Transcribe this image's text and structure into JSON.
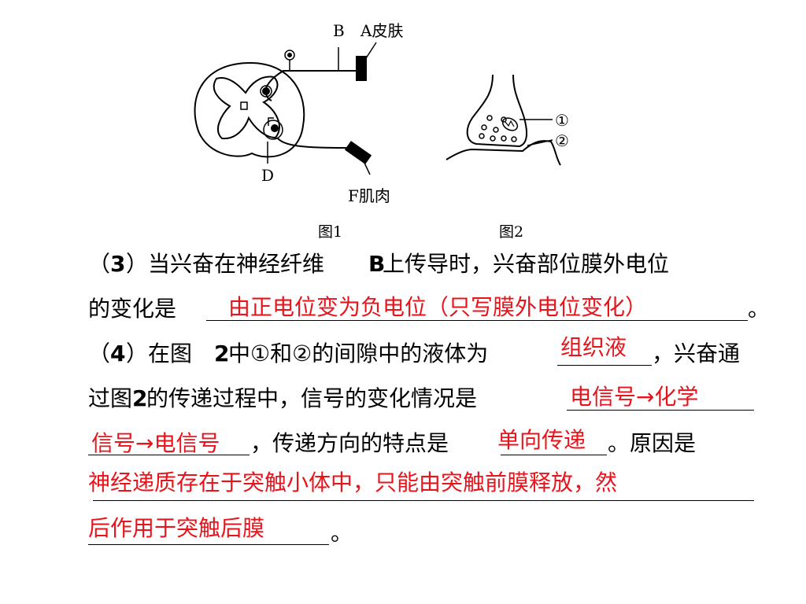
{
  "figure": {
    "label_b": "B",
    "label_a": "A皮肤",
    "label_d": "D",
    "label_f": "F肌肉",
    "caption1": "图1",
    "caption2": "图2",
    "label_c1": "①",
    "label_c2": "②"
  },
  "q3": {
    "prefix_open": "（",
    "num": "3",
    "prefix_close": "）当兴奋在神经纤维",
    "b": "B",
    "rest": "上传导时，兴奋部位膜外电位",
    "line2_prefix": "的变化是",
    "answer": "由正电位变为负电位（只写膜外电位变化）",
    "end": "。"
  },
  "q4": {
    "open": "（",
    "num": "4",
    "t1": "）在图",
    "n2": "2",
    "t2": "中①和②的间隙中的液体为",
    "answer1": "组织液",
    "t3": "，兴奋通",
    "l2_t1": "过图",
    "l2_n2": "2",
    "l2_t2": "的传递过程中，信号的变化情况是",
    "answer2_part1": "电信号→化学",
    "answer2_part2": "信号→电信号",
    "l3_t1": "，传递方向的特点是",
    "answer3": "单向传递",
    "l3_t2": "。原因是",
    "answer4_line1": "神经递质存在于突触小体中，只能由突触前膜释放，然",
    "answer4_line2": "后作用于突触后膜",
    "end": "。"
  },
  "colors": {
    "answer": "#e8141c",
    "text": "#000000"
  }
}
